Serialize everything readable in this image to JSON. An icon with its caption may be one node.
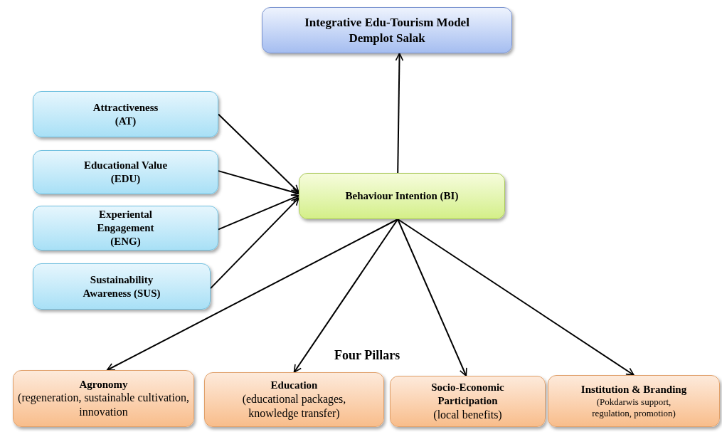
{
  "diagram": {
    "nodes": [
      {
        "text": [
          "Integrative Edu-Tourism Model Demplot Salak"
        ]
      },
      {
        "text": [
          "Attractiveness (AT)"
        ]
      },
      {
        "text": [
          "Educational Value (EDU)"
        ]
      },
      {
        "text": [
          "Experiental Engagement (ENG)"
        ]
      },
      {
        "text": [
          "Sustainability Awareness (SUS)"
        ]
      },
      {
        "text": [
          "Behaviour Intention (BI)"
        ]
      },
      {
        "text": [
          "Agronomy",
          "(regeneration, sustainable cultivation, innovation"
        ]
      },
      {
        "text": [
          "Education",
          "(educational packages, knowledge transfer)"
        ]
      },
      {
        "text": [
          "Socio-Economic Participation",
          "(local benefits)"
        ]
      },
      {
        "text": [
          "Institution & Branding",
          "(Pokdarwis support, regulation, promotion)"
        ]
      }
    ],
    "edges": [
      {
        "from": 1,
        "to": 5,
        "arrow": "to"
      },
      {
        "from": 2,
        "to": 5,
        "arrow": "to"
      },
      {
        "from": 3,
        "to": 5,
        "arrow": "to"
      },
      {
        "from": 4,
        "to": 5,
        "arrow": "to"
      },
      {
        "from": 5,
        "to": 0,
        "arrow": "to"
      },
      {
        "from": 5,
        "to": 6,
        "arrow": "to"
      },
      {
        "from": 5,
        "to": 7,
        "arrow": "to"
      },
      {
        "from": 5,
        "to": 8,
        "arrow": "to"
      },
      {
        "from": 5,
        "to": 9,
        "arrow": "to"
      }
    ],
    "labels": [
      "Four Pillars"
    ]
  }
}
